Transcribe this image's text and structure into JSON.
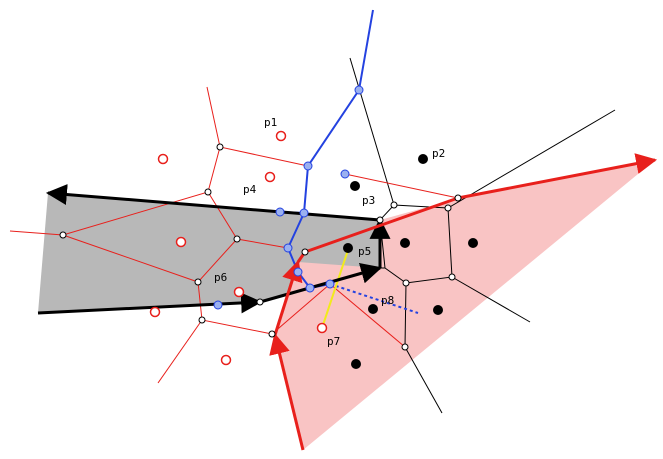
{
  "diagram": {
    "labels": {
      "p1": "p1",
      "p2": "p2",
      "p3": "p3",
      "p4": "p4",
      "p5": "p5",
      "p6": "p6",
      "p7": "p7",
      "p8": "p8"
    },
    "colors": {
      "gray_region": "#b8b8b8",
      "pink_region": "#f9c4c4",
      "red": "#e8201c",
      "blue": "#2442e0",
      "vertex_blue": "#9ab0f0",
      "yellow": "#f2ea1c",
      "black": "#000000"
    }
  }
}
